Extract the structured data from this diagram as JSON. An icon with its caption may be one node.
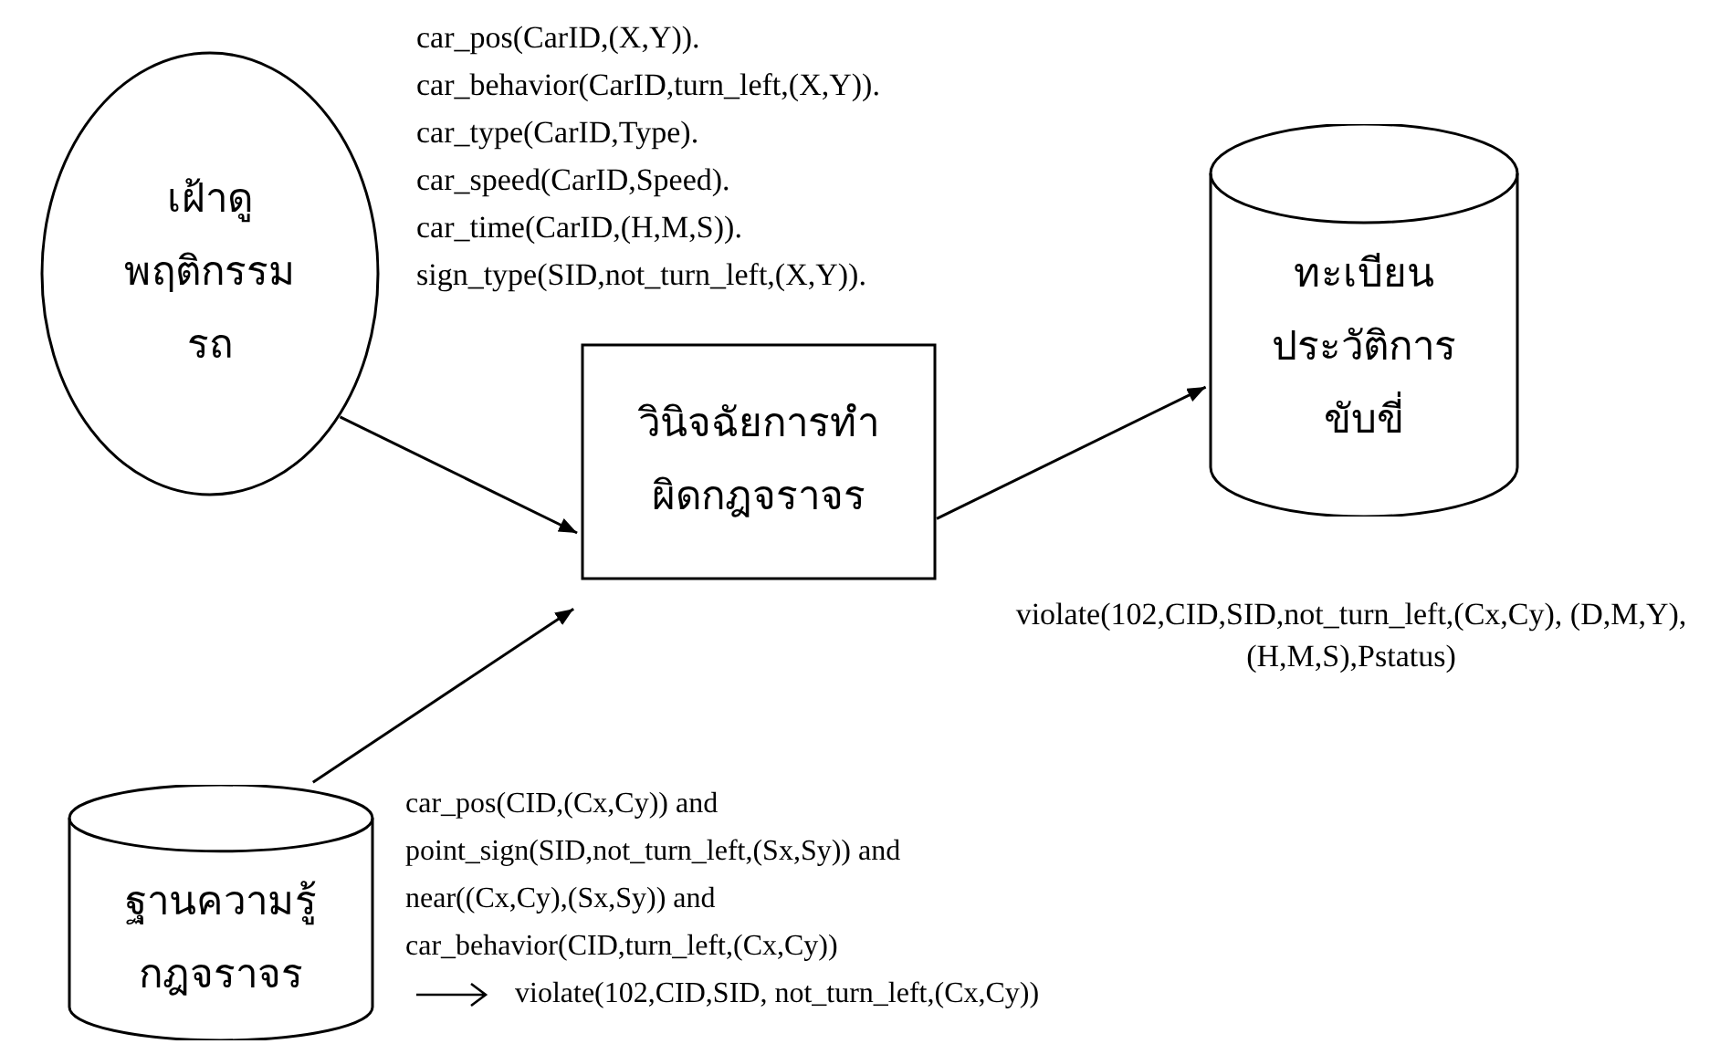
{
  "diagram": {
    "nodes": [
      {
        "text": [
          "เฝ้าดูพฤติกรรมรถ"
        ]
      },
      {
        "text": [
          "วินิจฉัยการทำผิดกฎจราจร"
        ]
      },
      {
        "text": [
          "ทะเบียนประวัติการขับขี่"
        ]
      },
      {
        "text": [
          "ฐานความรู้กฎจราจร"
        ]
      }
    ],
    "edges": [
      {
        "from": 0,
        "to": 1,
        "arrow": "to"
      },
      {
        "from": 1,
        "to": 2,
        "arrow": "to"
      },
      {
        "from": 3,
        "to": 1,
        "arrow": "to"
      }
    ],
    "labels": [
      "car_pos(CarID,(X,Y)).",
      "car_behavior(CarID,turn_left,(X,Y)).",
      "car_type(CarID,Type).",
      "car_speed(CarID,Speed).",
      "car_time(CarID,(H,M,S)).",
      "sign_type(SID,not_turn_left,(X,Y)).",
      "violate(102,CID,SID,not_turn_left,(Cx,Cy), (D,M,Y),(H,M,S),Pstatus)",
      "car_pos(CID,(Cx,Cy)) and",
      "point_sign(SID,not_turn_left,(Sx,Sy)) and",
      "near((Cx,Cy),(Sx,Sy)) and",
      "car_behavior(CID,turn_left,(Cx,Cy))",
      "violate(102,CID,SID, not_turn_left,(Cx,Cy))"
    ]
  }
}
